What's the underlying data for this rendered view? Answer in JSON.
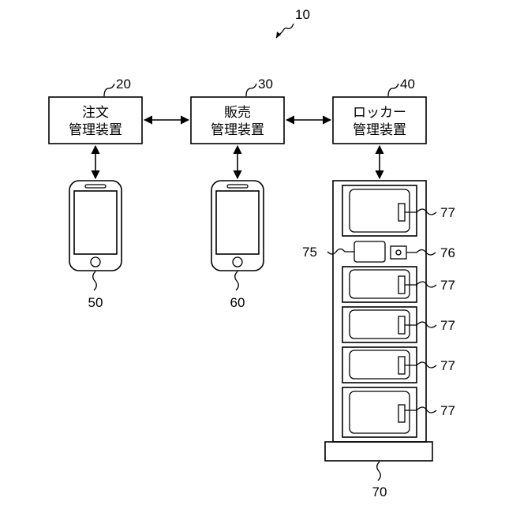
{
  "figure_ref": "10",
  "boxes": [
    {
      "ref": "20",
      "line1": "注文",
      "line2": "管理装置"
    },
    {
      "ref": "30",
      "line1": "販売",
      "line2": "管理装置"
    },
    {
      "ref": "40",
      "line1": "ロッカー",
      "line2": "管理装置"
    }
  ],
  "phones": [
    {
      "ref": "50"
    },
    {
      "ref": "60"
    }
  ],
  "locker": {
    "ref": "70",
    "compartment_ref": "77",
    "panel_ref": "75",
    "reader_ref": "76",
    "compartment_labels": [
      "77",
      "77",
      "77",
      "77",
      "77"
    ]
  }
}
